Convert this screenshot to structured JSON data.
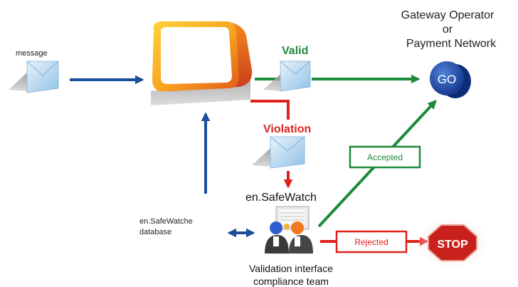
{
  "labels": {
    "message": "message",
    "valid": "Valid",
    "violation": "Violation",
    "engine": "en.SafeWatch",
    "database_line1": "en.SafeWatche",
    "database_line2": "database",
    "gateway_line1": "Gateway Operator",
    "gateway_line2": "or",
    "gateway_line3": "Payment Network",
    "go": "GO",
    "accepted": "Accepted",
    "rejected": "Rejected",
    "stop": "STOP",
    "team_line1": "Validation interface",
    "team_line2": "compliance team"
  },
  "colors": {
    "blue_arrow": "#1a4f9c",
    "green_arrow": "#1e8a3c",
    "red_arrow": "#e0201c",
    "valid_text": "#1e8a3c",
    "violation_text": "#e0201c",
    "go_circle": "#1f4fb0",
    "stop_sign": "#c8201a"
  },
  "icons": {
    "message_envelope": "envelope-icon",
    "valid_envelope": "envelope-icon",
    "violation_envelope": "envelope-icon",
    "filter_monitor": "monitor-icon",
    "team": "compliance-team-icon",
    "go": "go-circle-icon",
    "stop": "stop-sign-icon"
  }
}
